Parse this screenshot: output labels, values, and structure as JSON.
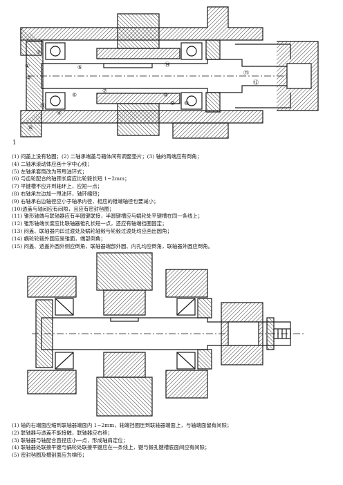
{
  "figure1": {
    "index_mark": "1",
    "callouts": [
      "①",
      "②",
      "③",
      "④",
      "⑤",
      "⑥",
      "⑦",
      "⑧",
      "⑨",
      "⑩",
      "⑪",
      "⑫",
      "⑬",
      "⑭",
      "⑮"
    ]
  },
  "list1": [
    "(1) 闷盖上没有毡圈；(2) 二轴承端盖与箱体间有调整垫片；(3) 轴的两端应有倒角；",
    "(4) 二轴承滚动体应画十字中心线；",
    "(5) 左轴承套筒改为带甩油环式；",
    "(6) 与齿轮配合的轴颈长度应比轮毂长短 1~2mm；",
    "(7) 平键槽不应开到轴环上，应短一点；",
    "(8) 右轴承左边加一甩油环，轴环缩短；",
    "(9) 右轴承右边轴径应小于轴承内径，相应的锥端轴径也要减小；",
    "(10)透盖与轴间应有间隙，且应有密封毡圈；",
    "(11) 锥形轴端与联轴器应有半圆键联接，半圆键槽应与蜗轮处平键槽在同一条线上；",
    "(12) 锥形轴端长度应比联轴器锥孔长短一点，还应有轴端挡圈固定；",
    "(13) 闷盖、联轴器内凹过渡处及蜗轮轴毂与轮毂过渡处均应画出圆角；",
    "(14) 蜗轮轮毂外圆应是锥面，端部倒角；",
    "(15) 闷盖、透盖外圆外侧应倒角，联轴器端部外圆、内孔均应倒角，联轴器外圆应倒角。"
  ],
  "list2": [
    "(1) 轴的右端面应缩到联轴器端面内 1~2mm，轴端挡圈压到联轴器端面上，与轴端面留有间隙；",
    "(2) 联轴器与透盖不能接触，联轴器应右移；",
    "(3) 联轴器与轴配合直径应小一点，形成轴肩定位；",
    "(4) 联轴器处联接平键与蜗轮处联接平键应在一条线上，键与毂孔键槽底面间应有间隙；",
    "(5) 密封毡圈及槽剖面应为梯形；"
  ]
}
